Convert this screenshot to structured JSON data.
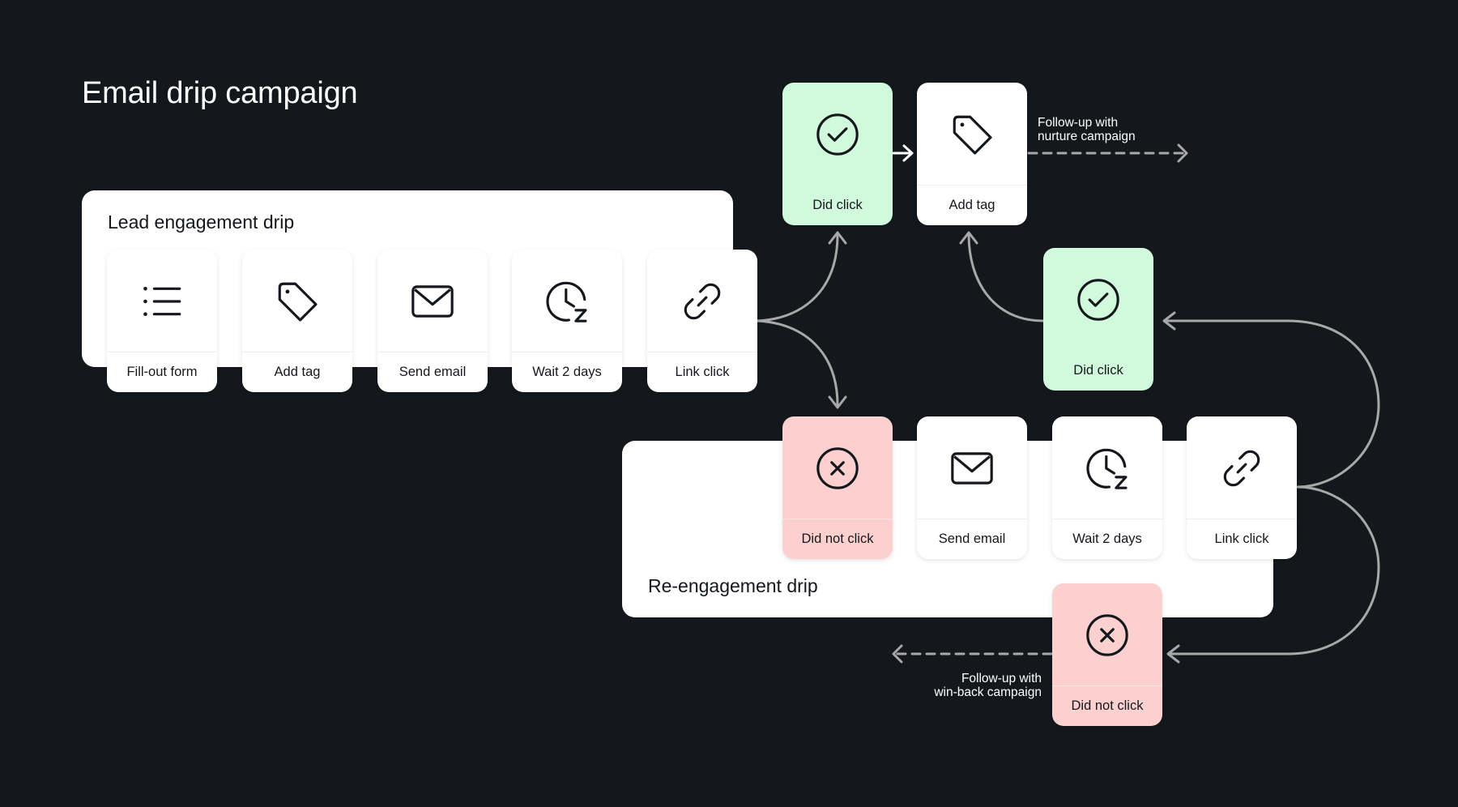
{
  "title": "Email drip campaign",
  "lead_drip": {
    "title": "Lead engagement drip",
    "steps": [
      {
        "label": "Fill-out form",
        "icon": "list-icon"
      },
      {
        "label": "Add tag",
        "icon": "tag-icon"
      },
      {
        "label": "Send email",
        "icon": "envelope-icon"
      },
      {
        "label": "Wait 2 days",
        "icon": "clock-snooze-icon"
      },
      {
        "label": "Link click",
        "icon": "link-icon"
      }
    ]
  },
  "branch_top": {
    "did_click": {
      "label": "Did click",
      "icon": "check-circle-icon"
    },
    "add_tag": {
      "label": "Add tag",
      "icon": "tag-icon"
    }
  },
  "re_drip": {
    "title": "Re-engagement drip",
    "steps": [
      {
        "label": "Did not click",
        "icon": "x-circle-icon"
      },
      {
        "label": "Send email",
        "icon": "envelope-icon"
      },
      {
        "label": "Wait 2 days",
        "icon": "clock-snooze-icon"
      },
      {
        "label": "Link click",
        "icon": "link-icon"
      }
    ]
  },
  "re_did_click": {
    "label": "Did click",
    "icon": "check-circle-icon"
  },
  "re_did_not_click": {
    "label": "Did not click",
    "icon": "x-circle-icon"
  },
  "notes": {
    "nurture": [
      "Follow-up with",
      "nurture campaign"
    ],
    "winback": [
      "Follow-up with",
      "win-back campaign"
    ]
  },
  "colors": {
    "background": "#14171c",
    "card": "#ffffff",
    "success": "#d1fadc",
    "failure": "#fdd0d0",
    "connector": "#a3a3a3"
  }
}
